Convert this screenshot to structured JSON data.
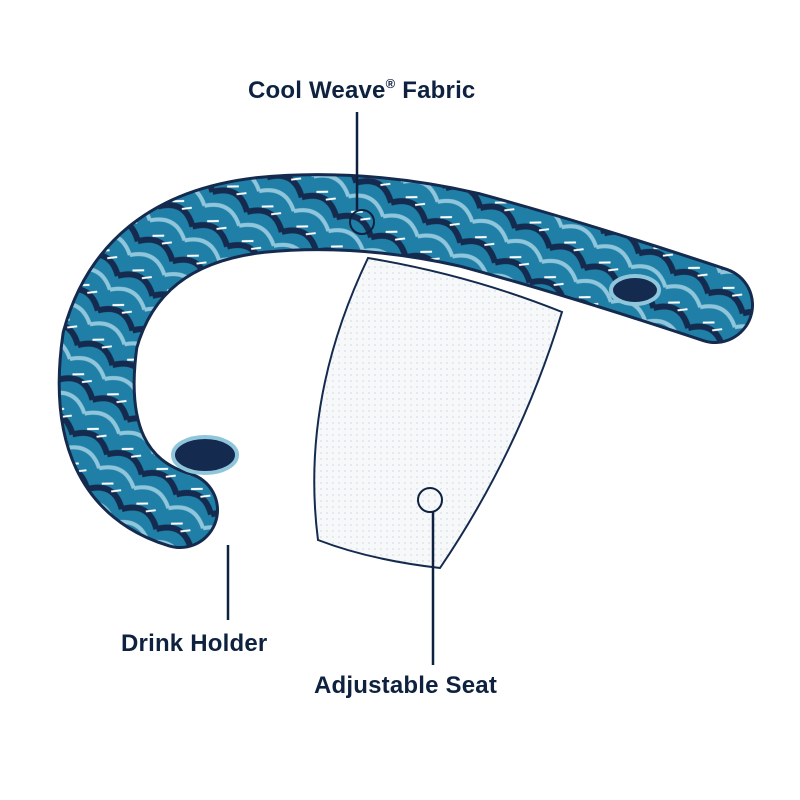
{
  "callouts": {
    "fabric": {
      "name": "Cool Weave",
      "mark": "®",
      "suffix": " Fabric"
    },
    "drink_holder": "Drink Holder",
    "seat": "Adjustable Seat"
  },
  "colors": {
    "text": "#0e2240",
    "navy": "#142a4e",
    "teal": "#1f7fa6",
    "light_blue": "#8fc6dc",
    "white": "#ffffff"
  }
}
